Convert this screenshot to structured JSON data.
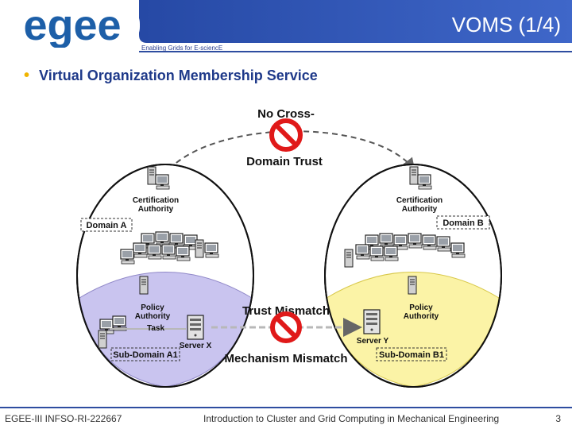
{
  "header": {
    "logo_text": "egee",
    "tagline": "Enabling Grids for E-sciencE",
    "title": "VOMS (1/4)"
  },
  "bullet": {
    "text": "Virtual Organization Membership Service"
  },
  "diagram": {
    "no_cross_line1": "No Cross-",
    "no_cross_line2": "Domain Trust",
    "trust_mismatch": "Trust Mismatch",
    "mechanism_mismatch": "Mechanism Mismatch",
    "left": {
      "ca_line1": "Certification",
      "ca_line2": "Authority",
      "domain": "Domain A",
      "pa_line1": "Policy",
      "pa_line2": "Authority",
      "task": "Task",
      "server": "Server X",
      "subdomain": "Sub-Domain A1"
    },
    "right": {
      "ca_line1": "Certification",
      "ca_line2": "Authority",
      "domain": "Domain B",
      "pa_line1": "Policy",
      "pa_line2": "Authority",
      "server": "Server Y",
      "subdomain": "Sub-Domain B1"
    },
    "colors": {
      "left_subdomain_fill": "#c9c4ef",
      "right_subdomain_fill": "#fbf3a6",
      "no_sign": "#e01919",
      "dashed_arrow": "#666666",
      "connector": "#b8b8b8"
    }
  },
  "footer": {
    "left": "EGEE-III INFSO-RI-222667",
    "center": "Introduction to Cluster and Grid Computing in Mechanical Engineering",
    "page_number": "3"
  }
}
